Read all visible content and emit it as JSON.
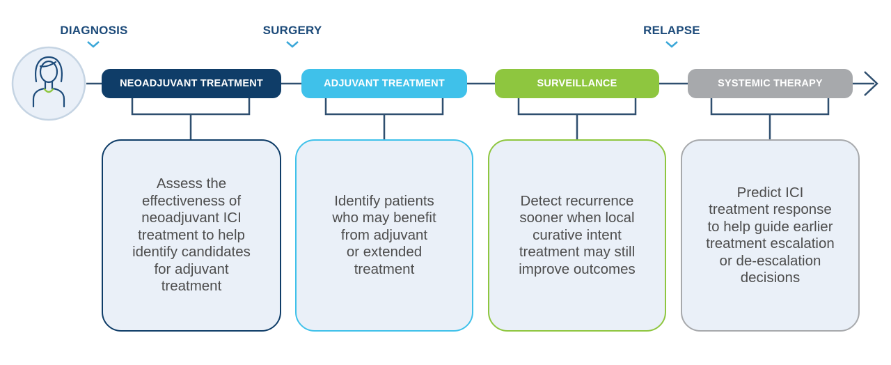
{
  "colors": {
    "milestone_text": "#1d4b7a",
    "chevron": "#3aa7d8",
    "timeline_line": "#2f4f6f",
    "connector": "#2f4f6f",
    "avatar_ring": "#c5d4e3",
    "avatar_bg": "#eaf0f8",
    "avatar_figure": "#1d4b7a",
    "avatar_accent": "#8ec63f"
  },
  "milestones": [
    {
      "label": "DIAGNOSIS"
    },
    {
      "label": "SURGERY"
    },
    {
      "label": "RELAPSE"
    }
  ],
  "avatar": {
    "icon": "patient-person-icon"
  },
  "phases": [
    {
      "label": "NEOADJUVANT TREATMENT",
      "color": "#0f3d68",
      "text": "Assess the\neffectiveness of\nneoadjuvant ICI\ntreatment to help\nidentify candidates\nfor adjuvant\ntreatment"
    },
    {
      "label": "ADJUVANT TREATMENT",
      "color": "#3fc1ea",
      "text": "Identify patients\nwho may benefit\nfrom adjuvant\nor extended\ntreatment"
    },
    {
      "label": "SURVEILLANCE",
      "color": "#8ec63f",
      "text": "Detect recurrence\nsooner when local\ncurative intent\ntreatment may still\nimprove outcomes"
    },
    {
      "label": "SYSTEMIC THERAPY",
      "color": "#a7a9ac",
      "text": "Predict ICI\ntreatment response\nto help guide earlier\ntreatment escalation\nor de-escalation\ndecisions"
    }
  ]
}
